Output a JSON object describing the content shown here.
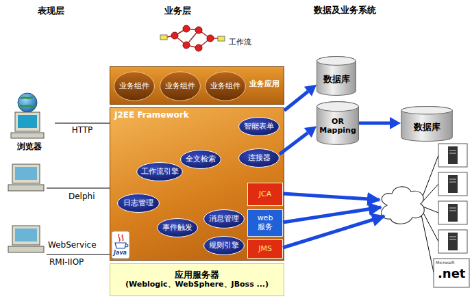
{
  "diagram": {
    "nodes": [
      {
        "text": [
          "业务应用"
        ]
      },
      {
        "text": [
          "业务组件"
        ],
        "in": 0
      },
      {
        "text": [
          "业务组件"
        ],
        "in": 0
      },
      {
        "text": [
          "业务组件"
        ],
        "in": 0
      },
      {
        "text": [
          "J2EE Framework"
        ]
      },
      {
        "text": [
          "智能表单"
        ],
        "in": 4
      },
      {
        "text": [
          "全文检索"
        ],
        "in": 4
      },
      {
        "text": [
          "连接器"
        ],
        "in": 4
      },
      {
        "text": [
          "工作流引擎"
        ],
        "in": 4
      },
      {
        "text": [
          "日志管理"
        ],
        "in": 4
      },
      {
        "text": [
          "消息管理"
        ],
        "in": 4
      },
      {
        "text": [
          "事件触发"
        ],
        "in": 4
      },
      {
        "text": [
          "规则引擎"
        ],
        "in": 4
      },
      {
        "text": [
          "JCA"
        ],
        "in": 4
      },
      {
        "text": [
          "web 服务"
        ],
        "in": 4
      },
      {
        "text": [
          "JMS"
        ],
        "in": 4
      },
      {
        "text": [
          "应用服务器",
          "(Weblogic、WebSphere、JBoss ...)"
        ]
      },
      {
        "text": [
          "数据库"
        ]
      },
      {
        "text": [
          "OR Mapping"
        ]
      },
      {
        "text": [
          "数据库"
        ]
      },
      {
        "text": [
          "浏览器"
        ]
      }
    ],
    "edges": [
      {
        "from": 4,
        "to": 17,
        "arrow": "to"
      },
      {
        "from": 7,
        "to": 18,
        "arrow": "to"
      },
      {
        "from": 18,
        "to": 19,
        "arrow": "to"
      },
      {
        "from": 20,
        "to": 4,
        "label": "HTTP",
        "arrow": "none"
      }
    ],
    "labels": [
      "表现层",
      "业务层",
      "数据及业务系统",
      "工作流",
      "Delphi",
      "WebService",
      "RMI-IIOP",
      "Java",
      "Microsoft",
      ".net"
    ]
  }
}
